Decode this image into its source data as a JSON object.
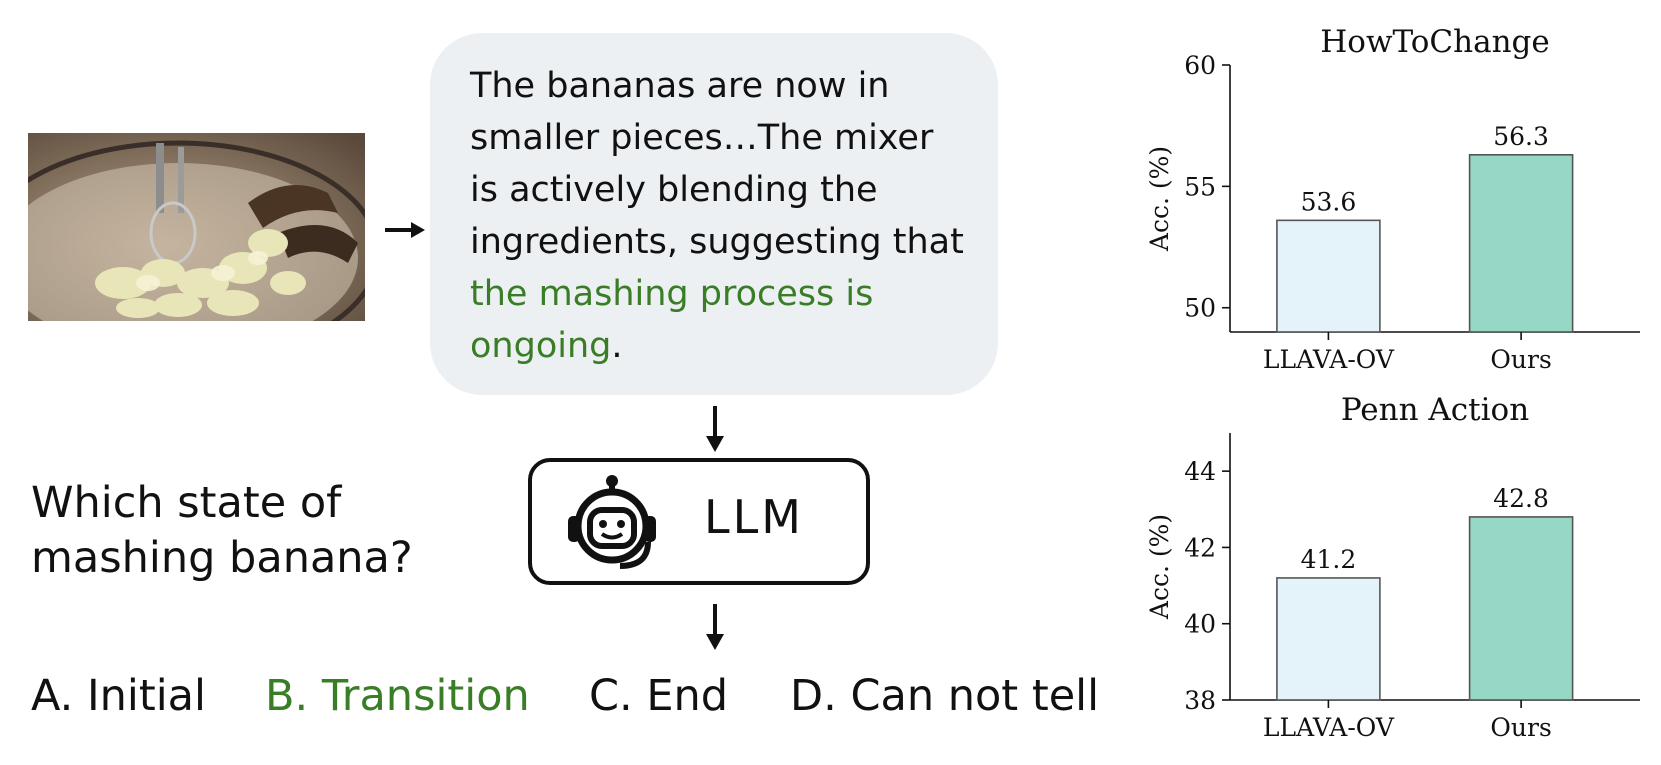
{
  "caption": {
    "pre": "The bananas are now in smaller pieces…The mixer is actively blending the ingredients, suggesting that ",
    "highlight": "the mashing process is ongoing",
    "post": "."
  },
  "llm_label": "LLM",
  "question": "Which state of mashing banana?",
  "options": [
    "A. Initial",
    "B. Transition",
    "C. End",
    "D. Can not tell"
  ],
  "colors": {
    "highlight": "#3a7d27",
    "bubble": "#edf0f2",
    "bar_baseline": "#e4f3fa",
    "bar_ours": "#96d7c6"
  },
  "chart_data": [
    {
      "type": "bar",
      "title": "HowToChange",
      "categories": [
        "LLAVA-OV",
        "Ours"
      ],
      "values": [
        53.6,
        56.3
      ],
      "ylabel": "Acc. (%)",
      "ylim": [
        49,
        60
      ],
      "yticks": [
        50,
        55,
        60
      ],
      "grid": false,
      "legend": "none"
    },
    {
      "type": "bar",
      "title": "Penn Action",
      "categories": [
        "LLAVA-OV",
        "Ours"
      ],
      "values": [
        41.2,
        42.8
      ],
      "ylabel": "Acc. (%)",
      "ylim": [
        38,
        45
      ],
      "yticks": [
        38,
        40,
        42,
        44
      ],
      "grid": false,
      "legend": "none"
    }
  ]
}
